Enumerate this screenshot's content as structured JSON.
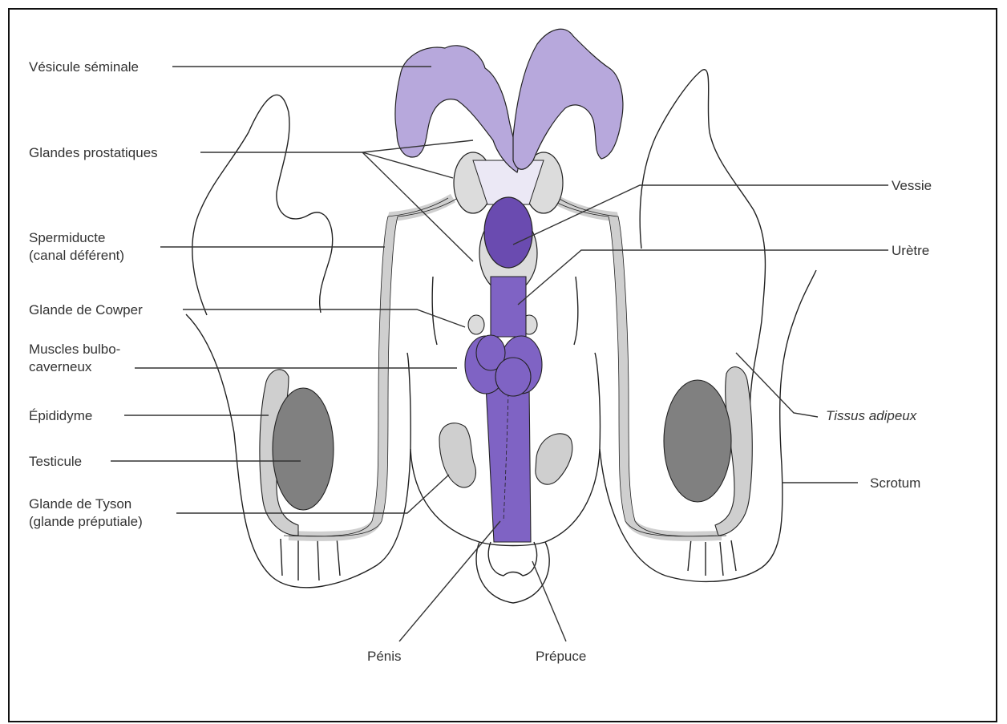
{
  "colors": {
    "seminal": "#b7a8dc",
    "prostate": "#dcdcdc",
    "bladder": "#6a4bb0",
    "urethra": "#7f63c4",
    "testis": "#808080",
    "duct": "#cfcfcf",
    "line": "#333333"
  },
  "labels": {
    "vesicule_seminale": "Vésicule séminale",
    "glandes_prostatiques": "Glandes prostatiques",
    "spermiducte_1": "Spermiducte",
    "spermiducte_2": "(canal déférent)",
    "glande_cowper": "Glande de Cowper",
    "muscles_1": "Muscles bulbo-",
    "muscles_2": "caverneux",
    "epididyme": "Épididyme",
    "testicule": "Testicule",
    "tyson_1": "Glande de Tyson",
    "tyson_2": "(glande préputiale)",
    "vessie": "Vessie",
    "uretre": "Urètre",
    "tissus_adipeux": "Tissus adipeux",
    "scrotum": "Scrotum",
    "penis": "Pénis",
    "prepuce": "Prépuce"
  }
}
